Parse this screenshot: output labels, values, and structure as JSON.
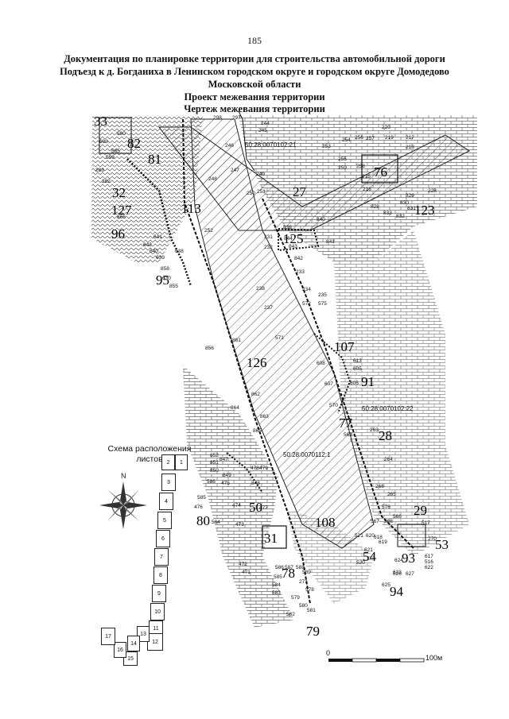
{
  "page_number": "185",
  "title_lines": [
    "Документация по планировке территории для строительства автомобильной дороги",
    "Подъезд к д. Богданиха в Ленинском городском округе и городском округе Домодедово",
    "Московской области"
  ],
  "subtitle_1": "Проект межевания территории",
  "subtitle_2": "Чертеж межевания территории",
  "cadastral_labels": {
    "top": "50:28:0070102:21",
    "right": "50:28:0070102:22",
    "center": "50:28:0070112:1"
  },
  "parcels": [
    "33",
    "82",
    "81",
    "32",
    "127",
    "113",
    "96",
    "95",
    "27",
    "76",
    "123",
    "125",
    "107",
    "91",
    "126",
    "77",
    "28",
    "50",
    "80",
    "31",
    "108",
    "29",
    "53",
    "54",
    "93",
    "94",
    "78",
    "79"
  ],
  "points": [
    "600",
    "590",
    "599",
    "585",
    "283",
    "282",
    "866",
    "641",
    "642",
    "640",
    "639",
    "638",
    "858",
    "630",
    "855",
    "297",
    "298",
    "244",
    "245",
    "246",
    "247",
    "249",
    "248",
    "250",
    "251",
    "252",
    "253",
    "254",
    "255",
    "256",
    "257",
    "258",
    "259",
    "215",
    "216",
    "217",
    "218",
    "219",
    "220",
    "228",
    "829",
    "830",
    "831",
    "832",
    "833",
    "828",
    "839",
    "840",
    "841",
    "842",
    "843",
    "844",
    "231",
    "232",
    "233",
    "234",
    "235",
    "237",
    "238",
    "571",
    "572",
    "575",
    "861",
    "856",
    "862",
    "863",
    "864",
    "865",
    "608",
    "607",
    "606",
    "605",
    "613",
    "570",
    "569",
    "263",
    "264",
    "265",
    "266",
    "576",
    "852",
    "851",
    "850",
    "849",
    "848",
    "847",
    "586",
    "585",
    "584",
    "476",
    "475",
    "474",
    "473",
    "472",
    "471",
    "479",
    "478",
    "477",
    "567",
    "568",
    "566",
    "619",
    "618",
    "620",
    "521",
    "520",
    "621",
    "622",
    "623",
    "624",
    "625",
    "626",
    "627",
    "617",
    "516",
    "517",
    "270",
    "271",
    "578",
    "579",
    "580",
    "581",
    "582",
    "583",
    "584",
    "585",
    "586",
    "587",
    "588",
    "589",
    "590"
  ],
  "schema": {
    "title_line1": "Схема расположения",
    "title_line2": "листов",
    "sheets": [
      "1",
      "2",
      "3",
      "4",
      "5",
      "6",
      "7",
      "8",
      "9",
      "10",
      "11",
      "12",
      "13",
      "14",
      "15",
      "16",
      "17"
    ]
  },
  "scale": {
    "start": "0",
    "end": "100м"
  }
}
